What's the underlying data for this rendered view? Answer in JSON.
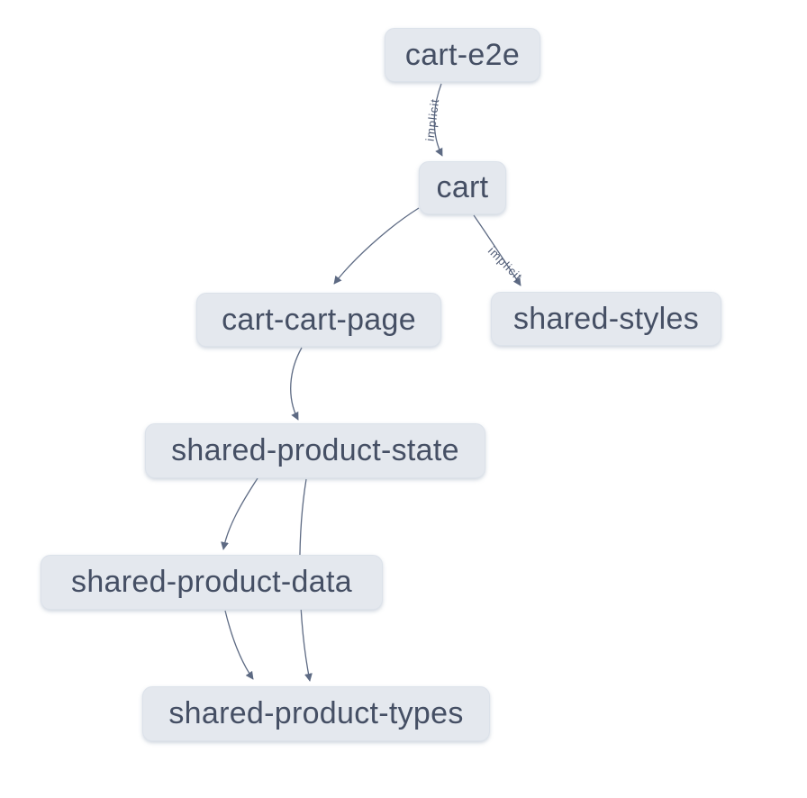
{
  "diagram": {
    "type": "dependency-graph",
    "background_color": "#ffffff",
    "node_fill_color": "#e4e8ee",
    "node_text_color": "#454f64",
    "edge_color": "#5d6a83",
    "edge_label_color": "#4e5a74",
    "nodes": [
      {
        "id": "cart-e2e",
        "label": "cart-e2e"
      },
      {
        "id": "cart",
        "label": "cart"
      },
      {
        "id": "cart-cart-page",
        "label": "cart-cart-page"
      },
      {
        "id": "shared-styles",
        "label": "shared-styles"
      },
      {
        "id": "shared-product-state",
        "label": "shared-product-state"
      },
      {
        "id": "shared-product-data",
        "label": "shared-product-data"
      },
      {
        "id": "shared-product-types",
        "label": "shared-product-types"
      }
    ],
    "edges": [
      {
        "source": "cart-e2e",
        "target": "cart",
        "label": "implicit"
      },
      {
        "source": "cart",
        "target": "cart-cart-page",
        "label": ""
      },
      {
        "source": "cart",
        "target": "shared-styles",
        "label": "implicit"
      },
      {
        "source": "cart-cart-page",
        "target": "shared-product-state",
        "label": ""
      },
      {
        "source": "shared-product-state",
        "target": "shared-product-data",
        "label": ""
      },
      {
        "source": "shared-product-state",
        "target": "shared-product-types",
        "label": ""
      },
      {
        "source": "shared-product-data",
        "target": "shared-product-types",
        "label": ""
      }
    ]
  }
}
